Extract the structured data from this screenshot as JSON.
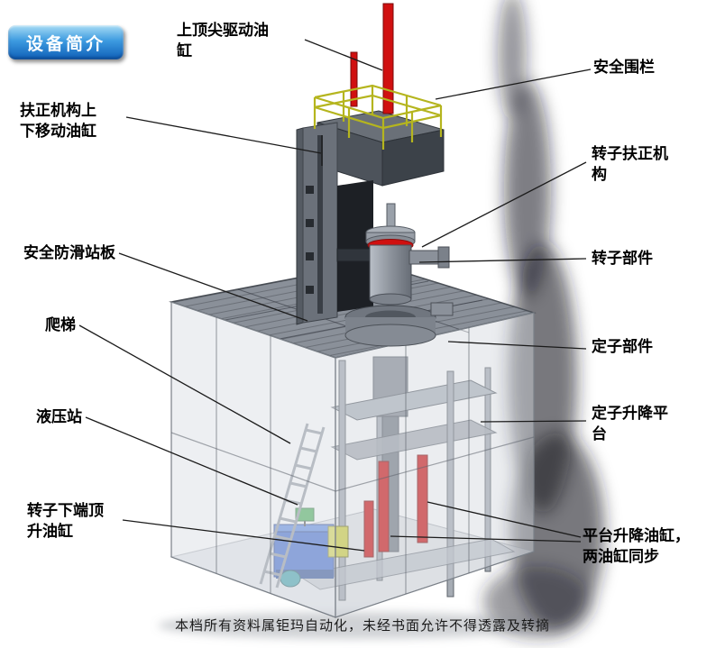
{
  "page": {
    "background": "#ffffff",
    "footer_note": "本档所有资料属钜玛自动化，未经书面允许不得透露及转摘"
  },
  "badge": {
    "label": "设备简介"
  },
  "labels": [
    {
      "id": "top-spindle-cylinder",
      "text": "上顶尖驱动油\n缸"
    },
    {
      "id": "safety-fence",
      "text": "安全围栏"
    },
    {
      "id": "centering-lift-cylinder",
      "text": "扶正机构上\n下移动油缸"
    },
    {
      "id": "rotor-centering-mechanism",
      "text": "转子扶正机\n构"
    },
    {
      "id": "anti-slip-platform",
      "text": "安全防滑站板"
    },
    {
      "id": "rotor-part",
      "text": "转子部件"
    },
    {
      "id": "ladder",
      "text": "爬梯"
    },
    {
      "id": "stator-part",
      "text": "定子部件"
    },
    {
      "id": "hydraulic-station",
      "text": "液压站"
    },
    {
      "id": "stator-lift-platform",
      "text": "定子升降平\n台"
    },
    {
      "id": "rotor-bottom-jack-cylinder",
      "text": "转子下端顶\n升油缸"
    },
    {
      "id": "platform-lift-cylinders",
      "text": "平台升降油缸，\n两油缸同步"
    }
  ],
  "colors": {
    "cylinder_red": "#d01010",
    "railing_yellow": "#b5b51e",
    "hydraulic_blue": "#2d5bc9",
    "pump_green": "#36a646",
    "accent_yellow_box": "#d2d23c",
    "badge_top": "#a8dcf5",
    "badge_mid": "#3d9be0",
    "badge_bottom": "#0f5fb8",
    "label_text": "#000000"
  }
}
